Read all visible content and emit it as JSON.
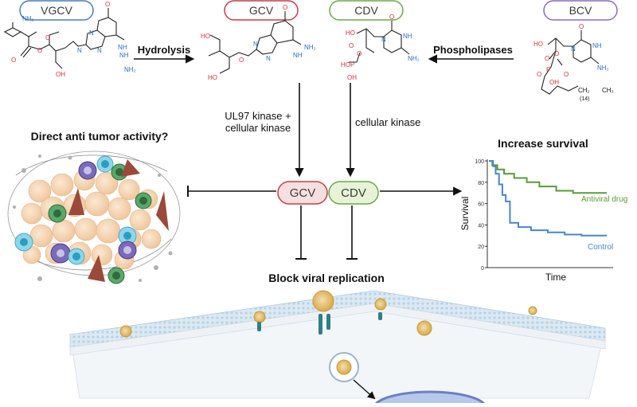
{
  "drugs": {
    "vgcv": "VGCV",
    "gcv": "GCV",
    "cdv": "CDV",
    "bcv": "BCV"
  },
  "arrows": {
    "hydrolysis": "Hydrolysis",
    "phospholipases": "Phospholipases",
    "gcv_activation_line1": "UL97 kinase +",
    "gcv_activation_line2": "cellular kinase",
    "cdv_activation": "cellular kinase"
  },
  "active": {
    "gcv": "GCV",
    "cdv": "CDV"
  },
  "outcomes": {
    "tumor_question": "Direct anti tumor activity?",
    "block_replication": "Block viral replication",
    "survival_title": "Increase survival"
  },
  "chem_labels": {
    "nh2": "NH₂",
    "nh": "NH",
    "n": "N",
    "o": "O",
    "ho": "HO",
    "oh": "OH",
    "p": "P",
    "lipid_ch2": "CH₂",
    "lipid_ch3": "CH₃",
    "lipid_n": "(14)"
  },
  "chart_data": {
    "type": "line",
    "title": "Increase survival",
    "xlabel": "Time",
    "ylabel": "Survival",
    "ylim": [
      0,
      100
    ],
    "yticks": [
      0,
      20,
      40,
      60,
      80,
      100
    ],
    "series": [
      {
        "name": "Antiviral drug",
        "color": "#5a9a3a",
        "points": [
          [
            0,
            100
          ],
          [
            4,
            96
          ],
          [
            10,
            92
          ],
          [
            18,
            88
          ],
          [
            30,
            84
          ],
          [
            45,
            80
          ],
          [
            60,
            76
          ],
          [
            80,
            72
          ],
          [
            100,
            70
          ],
          [
            140,
            70
          ]
        ]
      },
      {
        "name": "Control",
        "color": "#4a86c8",
        "points": [
          [
            0,
            100
          ],
          [
            5,
            95
          ],
          [
            8,
            88
          ],
          [
            12,
            78
          ],
          [
            16,
            68
          ],
          [
            20,
            62
          ],
          [
            25,
            42
          ],
          [
            35,
            38
          ],
          [
            50,
            35
          ],
          [
            70,
            33
          ],
          [
            90,
            31
          ],
          [
            110,
            30
          ],
          [
            140,
            30
          ]
        ]
      }
    ]
  },
  "colors": {
    "blue_outline": "#4a7fb5",
    "red_outline": "#c0404a",
    "green_outline": "#6aa84f",
    "purple_outline": "#8a6cc0",
    "gcv_fill": "#f7dfe0",
    "cdv_fill": "#e6f3d6",
    "red_atoms": "#d2313a",
    "blue_atoms": "#2b6cc0"
  }
}
